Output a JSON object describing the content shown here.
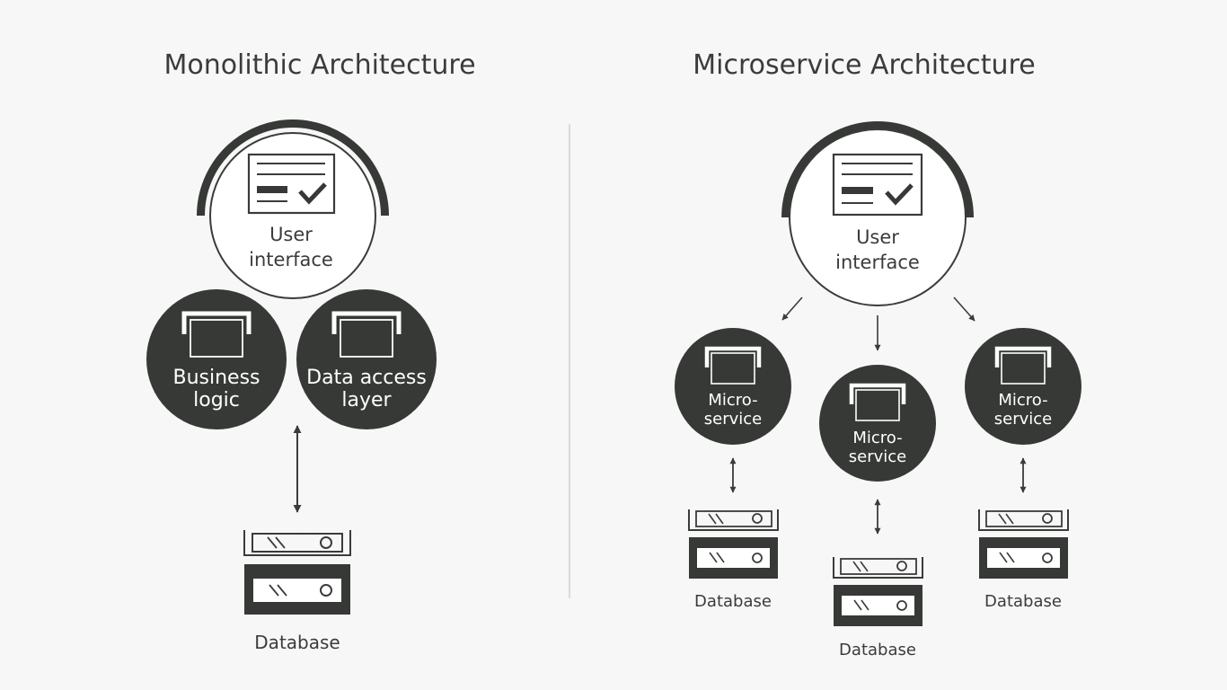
{
  "colors": {
    "background": "#f7f7f7",
    "dark": "#363936",
    "line": "#3a3c3a",
    "light": "#ffffff",
    "divider": "#c8c8c8"
  },
  "monolithic": {
    "title": "Monolithic Architecture",
    "ui_line1": "User",
    "ui_line2": "interface",
    "business_line1": "Business",
    "business_line2": "logic",
    "dal_line1": "Data access",
    "dal_line2": "layer",
    "database_label": "Database"
  },
  "microservice": {
    "title": "Microservice Architecture",
    "ui_line1": "User",
    "ui_line2": "interface",
    "services": [
      {
        "line1": "Micro-",
        "line2": "service",
        "database_label": "Database"
      },
      {
        "line1": "Micro-",
        "line2": "service",
        "database_label": "Database"
      },
      {
        "line1": "Micro-",
        "line2": "service",
        "database_label": "Database"
      }
    ]
  },
  "icons": {
    "ui_form": "form-checkmark-icon",
    "service": "window-box-icon",
    "database": "server-rack-icon",
    "arrow": "arrow-icon"
  }
}
